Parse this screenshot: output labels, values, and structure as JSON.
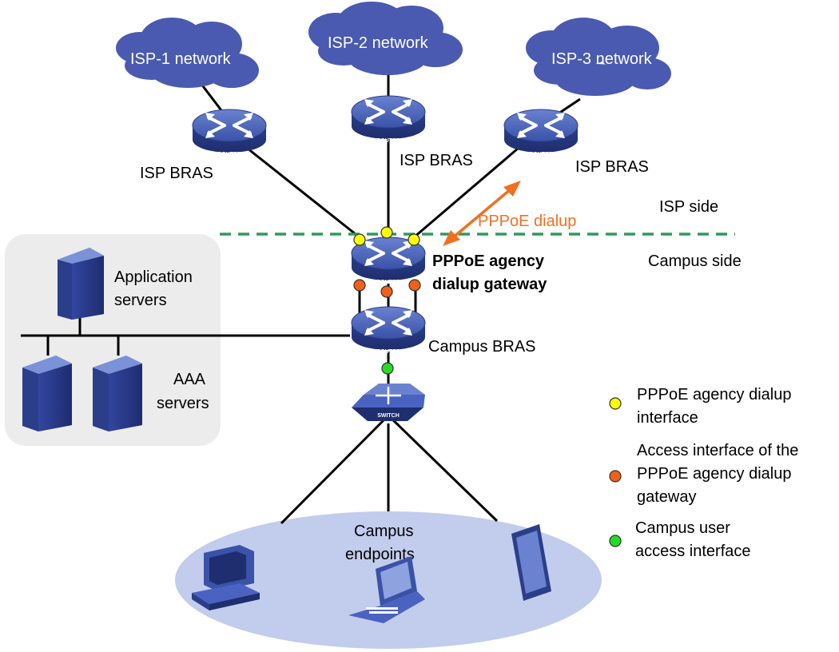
{
  "clouds": [
    {
      "name": "isp1-cloud",
      "label": "ISP-1 network"
    },
    {
      "name": "isp2-cloud",
      "label": "ISP-2 network"
    },
    {
      "name": "isp3-cloud",
      "label": "ISP-3 network"
    }
  ],
  "bras_labels": [
    "ISP BRAS",
    "ISP BRAS",
    "ISP BRAS"
  ],
  "router_text": "ROUTER",
  "switch_text": "SWITCH",
  "sides": {
    "isp": "ISP side",
    "campus": "Campus side"
  },
  "dialup_label": "PPPoE dialup",
  "gateway_label": [
    "PPPoE agency",
    "dialup gateway"
  ],
  "campus_bras_label": "Campus BRAS",
  "app_servers_label": [
    "Application",
    "servers"
  ],
  "aaa_servers_label": [
    "AAA",
    "servers"
  ],
  "endpoints_label": [
    "Campus",
    "endpoints"
  ],
  "legend": [
    {
      "color": "#ffff00",
      "lines": [
        "PPPoE agency dialup",
        "interface"
      ]
    },
    {
      "color": "#f06018",
      "lines": [
        "Access interface of the",
        "PPPoE agency dialup",
        "gateway"
      ]
    },
    {
      "color": "#22dd22",
      "lines": [
        "Campus user",
        "access interface"
      ]
    }
  ],
  "colors": {
    "cloud": "#4a5ab0",
    "device": "#3d55b0",
    "dashed_line": "#2e9a5e",
    "arrow": "#f07020",
    "server_panel": "#ececec",
    "endpoint_ellipse": "#c2ccec"
  }
}
